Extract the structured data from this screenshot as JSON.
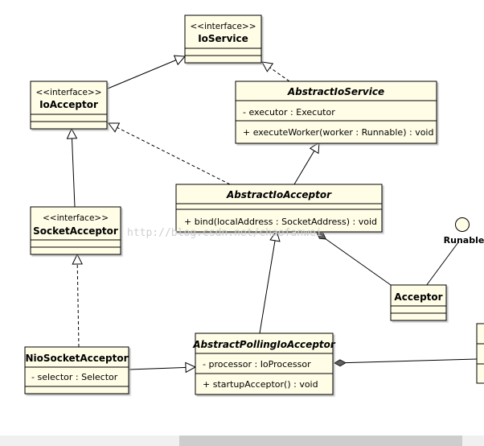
{
  "stereotype": "<<interface>>",
  "colors": {
    "box_fill": "#fffde6",
    "line": "#000000",
    "watermark": "#cfcfcf"
  },
  "boxes": {
    "ioservice": {
      "name": "IoService",
      "attributes": [],
      "operations": []
    },
    "ioacceptor": {
      "name": "IoAcceptor",
      "attributes": [],
      "operations": []
    },
    "abstract_ioservice": {
      "name": "AbstractIoService",
      "attributes": [
        "- executor : Executor"
      ],
      "operations": [
        "+ executeWorker(worker : Runnable) : void"
      ]
    },
    "abstract_ioacceptor": {
      "name": "AbstractIoAcceptor",
      "attributes": [],
      "operations": [
        "+ bind(localAddress : SocketAddress) : void"
      ]
    },
    "socketacceptor": {
      "name": "SocketAcceptor",
      "attributes": [],
      "operations": []
    },
    "acceptor": {
      "name": "Acceptor"
    },
    "niosocketacceptor": {
      "name": "NioSocketAcceptor",
      "attributes": [
        "- selector : Selector"
      ],
      "operations": []
    },
    "abstract_pollingioacceptor": {
      "name": "AbstractPollingIoAcceptor",
      "attributes": [
        "- processor : IoProcessor"
      ],
      "operations": [
        "+ startupAcceptor() : void"
      ]
    }
  },
  "runable_label": "Runable",
  "watermark": "http://blog.csdn.net/chaofanwei"
}
